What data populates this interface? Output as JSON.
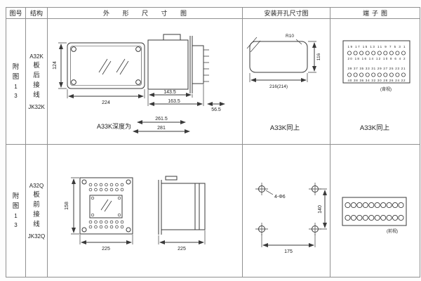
{
  "table": {
    "border_color": "#909090",
    "line_color": "#3a3a3a",
    "header": {
      "fig": "图号",
      "structure": "结构",
      "outline": "外 形 尺 寸 图",
      "mounting": "安装开孔尺寸图",
      "terminal": "端子图"
    }
  },
  "row1": {
    "fig_lines": [
      "附",
      "图",
      "1",
      "3"
    ],
    "structure_lines": [
      "A32K",
      "板",
      "后",
      "接",
      "线",
      "JK32K"
    ],
    "outline": {
      "front_height": "124",
      "front_width": "224",
      "side_body_depth": "143.5",
      "side_total_depth": "163.5",
      "side_rear_depth": "56.5",
      "depth_note": "A33K深度为",
      "depth_dim_inner": "261.5",
      "depth_dim_outer": "281"
    },
    "mounting": {
      "corner_radius": "R10",
      "cutout_width": "216(214)",
      "cutout_height": "116",
      "note": "A33K同上"
    },
    "terminal": {
      "num_row_1": "19 17 15 13 11 9 7 5 3 1",
      "num_row_2": "20 18 16 14 12 10 8 6 4 2",
      "num_row_3": "39 37 35 33 31 29 27 25 23 21",
      "num_row_4": "40 38 36 34 32 30 28 26 24 22",
      "view_label": "(背视)",
      "note": "A33K同上"
    }
  },
  "row2": {
    "fig_lines": [
      "附",
      "图",
      "1",
      "3"
    ],
    "structure_lines": [
      "A32Q",
      "板",
      "前",
      "接",
      "线",
      "JK32Q"
    ],
    "outline": {
      "front_height": "158",
      "front_width": "225",
      "side_width": "225"
    },
    "mounting": {
      "holes_label": "4-Φ6",
      "hole_spacing_x": "175",
      "hole_spacing_y": "140"
    },
    "terminal": {
      "view_label": "(前视)"
    }
  }
}
